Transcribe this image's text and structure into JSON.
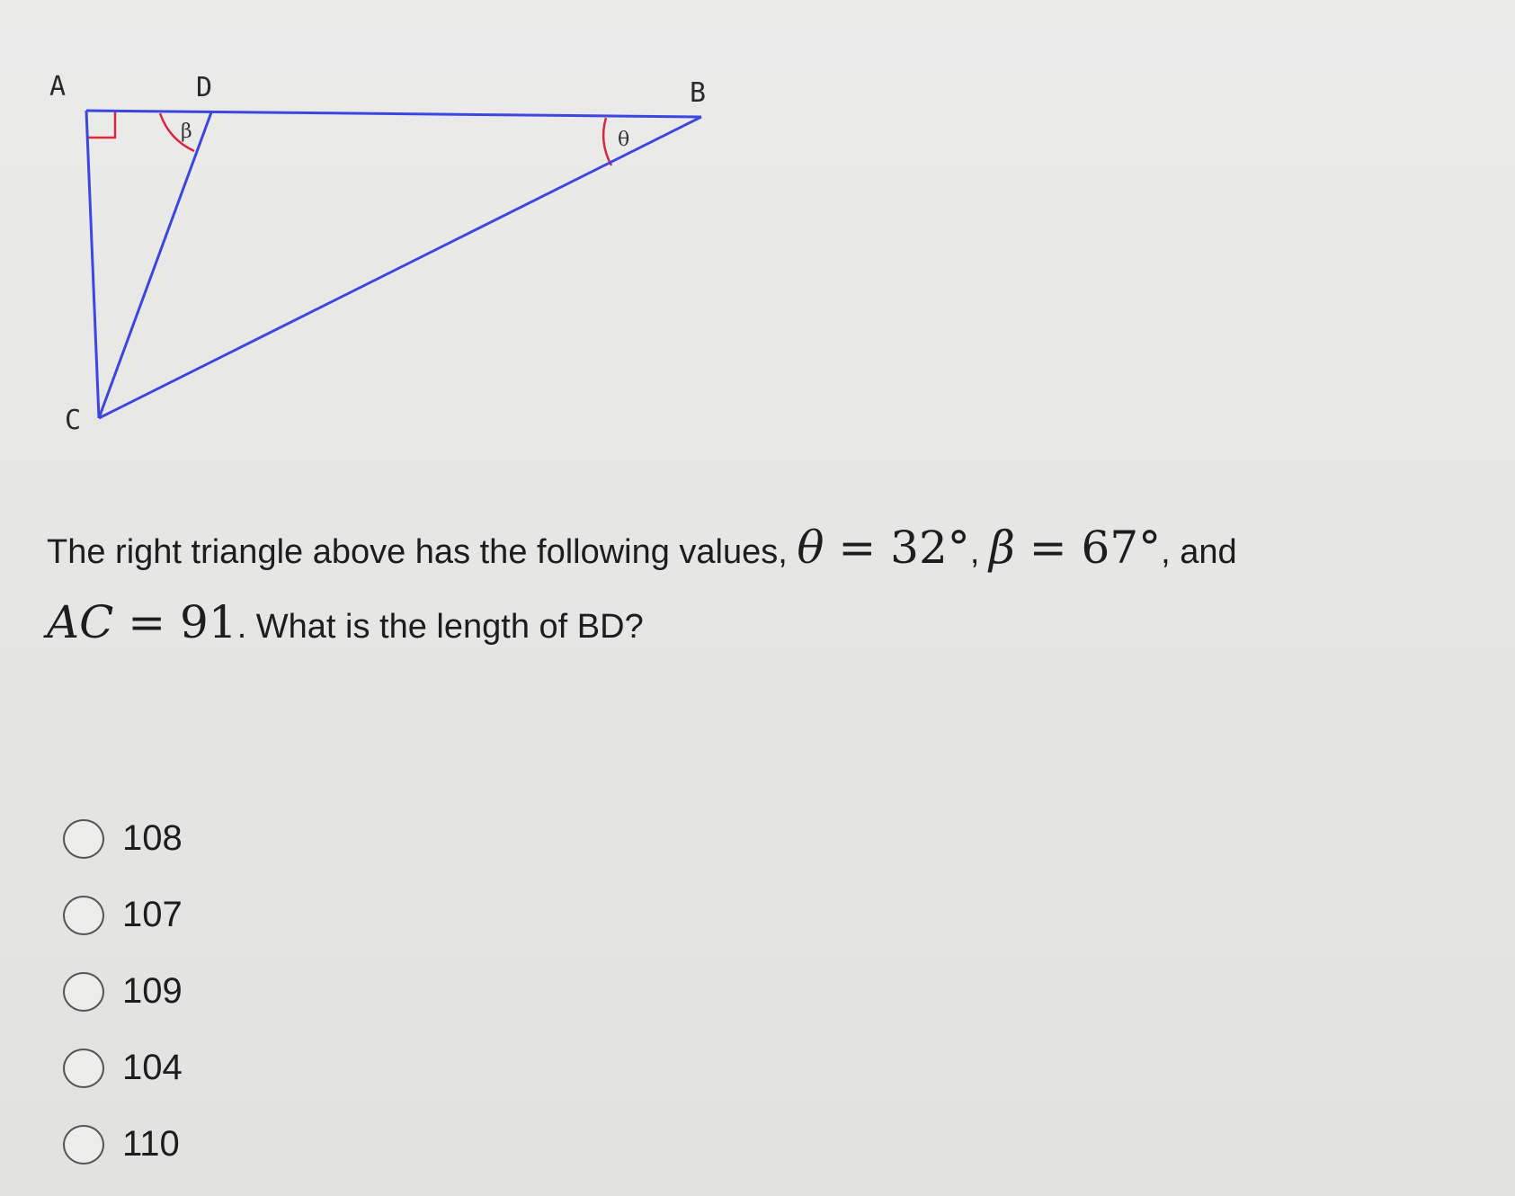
{
  "diagram": {
    "vertices": {
      "a": "A",
      "d": "D",
      "b": "B",
      "c": "C"
    },
    "angle_labels": {
      "beta": "β",
      "theta": "θ"
    },
    "colors": {
      "lines": "#3b47e0",
      "angle_marks": "#d9263f",
      "right_angle_mark": "#e0263a"
    }
  },
  "question": {
    "text_1": "The right triangle above has the following values, ",
    "theta_symbol": "θ",
    "theta_value": " = 32°",
    "separator": ", ",
    "beta_symbol": "β",
    "beta_value": " = 67°",
    "text_2": ", and",
    "ac_label": "AC",
    "ac_value": " = 91",
    "text_3": ". What is the length of BD?"
  },
  "options": [
    {
      "label": "108"
    },
    {
      "label": "107"
    },
    {
      "label": "109"
    },
    {
      "label": "104"
    },
    {
      "label": "110"
    }
  ]
}
